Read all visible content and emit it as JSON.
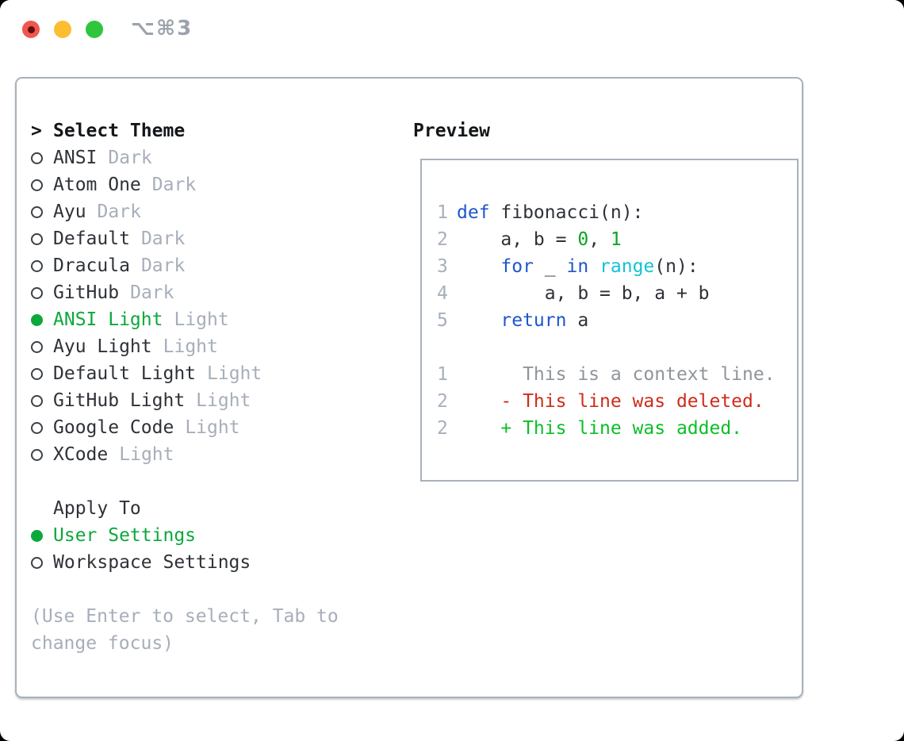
{
  "window": {
    "title": "⌥⌘3",
    "traffic_lights": {
      "close_color": "#f0564f",
      "close_dot_color": "#5e100a",
      "minimize_color": "#fcbe30",
      "zoom_color": "#2fc63e"
    }
  },
  "colors": {
    "foreground": "#2e3238",
    "heading": "#14171a",
    "muted": "#a7aeba",
    "accent_green": "#0ca83c",
    "keyword_blue": "#1e56cc",
    "builtin_cyan": "#12c2d6",
    "number_green": "#0aa325",
    "diff_deleted_red": "#cf2c1a",
    "diff_added_green": "#0cbe27",
    "context_gray": "#8f959c",
    "line_number_gray": "#a6afbc",
    "circle_gray": "#3c4148",
    "panel_border": "#a9b1bb"
  },
  "theme_picker": {
    "prompt": ">",
    "title": "Select Theme",
    "items": [
      {
        "name": "ANSI",
        "variant": "Dark",
        "selected": false
      },
      {
        "name": "Atom One",
        "variant": "Dark",
        "selected": false
      },
      {
        "name": "Ayu",
        "variant": "Dark",
        "selected": false
      },
      {
        "name": "Default",
        "variant": "Dark",
        "selected": false
      },
      {
        "name": "Dracula",
        "variant": "Dark",
        "selected": false
      },
      {
        "name": "GitHub",
        "variant": "Dark",
        "selected": false
      },
      {
        "name": "ANSI Light",
        "variant": "Light",
        "selected": true
      },
      {
        "name": "Ayu Light",
        "variant": "Light",
        "selected": false
      },
      {
        "name": "Default Light",
        "variant": "Light",
        "selected": false
      },
      {
        "name": "GitHub Light",
        "variant": "Light",
        "selected": false
      },
      {
        "name": "Google Code",
        "variant": "Light",
        "selected": false
      },
      {
        "name": "XCode",
        "variant": "Light",
        "selected": false
      }
    ]
  },
  "apply_to": {
    "title": "Apply To",
    "options": [
      {
        "label": "User Settings",
        "selected": true
      },
      {
        "label": "Workspace Settings",
        "selected": false
      }
    ]
  },
  "help": {
    "line1": "(Use Enter to select, Tab to",
    "line2": "change focus)"
  },
  "preview": {
    "title": "Preview",
    "lines": [
      {
        "num": "1",
        "tokens": [
          {
            "t": "def",
            "c": "keyword_blue"
          },
          {
            "t": " fibonacci(n):",
            "c": "foreground"
          }
        ]
      },
      {
        "num": "2",
        "tokens": [
          {
            "t": "    a, b = ",
            "c": "foreground"
          },
          {
            "t": "0",
            "c": "number_green"
          },
          {
            "t": ", ",
            "c": "foreground"
          },
          {
            "t": "1",
            "c": "number_green"
          }
        ]
      },
      {
        "num": "3",
        "tokens": [
          {
            "t": "    ",
            "c": "foreground"
          },
          {
            "t": "for",
            "c": "keyword_blue"
          },
          {
            "t": " _ ",
            "c": "foreground"
          },
          {
            "t": "in",
            "c": "keyword_blue"
          },
          {
            "t": " ",
            "c": "foreground"
          },
          {
            "t": "range",
            "c": "builtin_cyan"
          },
          {
            "t": "(n):",
            "c": "foreground"
          }
        ]
      },
      {
        "num": "4",
        "tokens": [
          {
            "t": "        a, b = b, a + b",
            "c": "foreground"
          }
        ]
      },
      {
        "num": "5",
        "tokens": [
          {
            "t": "    ",
            "c": "foreground"
          },
          {
            "t": "return",
            "c": "keyword_blue"
          },
          {
            "t": " a",
            "c": "foreground"
          }
        ]
      },
      {
        "num": null,
        "tokens": []
      },
      {
        "num": "1",
        "tokens": [
          {
            "t": "      This is a context line.",
            "c": "context_gray"
          }
        ]
      },
      {
        "num": "2",
        "tokens": [
          {
            "t": "    - This line was deleted.",
            "c": "diff_deleted_red"
          }
        ]
      },
      {
        "num": "2",
        "tokens": [
          {
            "t": "    + This line was added.",
            "c": "diff_added_green"
          }
        ]
      }
    ]
  }
}
